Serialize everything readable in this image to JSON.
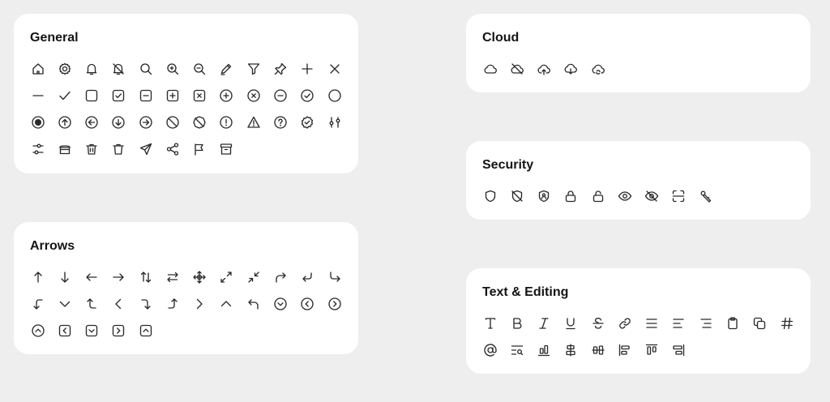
{
  "colors": {
    "background": "#eeeeee",
    "card": "#ffffff",
    "icon_stroke": "#2a2a2a",
    "title": "#141414"
  },
  "general": {
    "title": "General",
    "icons": [
      "home-icon",
      "settings-icon",
      "bell-icon",
      "bell-off-icon",
      "search-icon",
      "zoom-in-icon",
      "zoom-out-icon",
      "pencil-icon",
      "filter-icon",
      "pin-icon",
      "plus-icon",
      "close-icon",
      "minus-icon",
      "check-icon",
      "checkbox-empty-icon",
      "checkbox-checked-icon",
      "checkbox-minus-icon",
      "checkbox-plus-icon",
      "checkbox-x-icon",
      "circle-plus-icon",
      "circle-x-icon",
      "circle-minus-icon",
      "circle-check-icon",
      "circle-icon",
      "radio-selected-icon",
      "circle-arrow-up-icon",
      "circle-arrow-left-icon",
      "circle-arrow-down-icon",
      "circle-arrow-right-icon",
      "block-icon",
      "block-alt-icon",
      "circle-alert-icon",
      "triangle-alert-icon",
      "circle-help-icon",
      "badge-check-icon",
      "vertical-sliders-icon",
      "horizontal-sliders-icon",
      "bin-icon",
      "trash-icon",
      "trash-alt-icon",
      "send-icon",
      "share-icon",
      "flag-icon",
      "archive-icon"
    ]
  },
  "arrows": {
    "title": "Arrows",
    "icons": [
      "arrow-up-icon",
      "arrow-down-icon",
      "arrow-left-icon",
      "arrow-right-icon",
      "arrows-up-down-icon",
      "arrows-left-right-icon",
      "move-icon",
      "maximize-icon",
      "minimize-icon",
      "redo-icon",
      "corner-down-left-icon",
      "corner-down-right-icon",
      "corner-left-down-icon",
      "chevron-down-icon",
      "corner-left-up-icon",
      "chevron-left-icon",
      "corner-right-down-icon",
      "corner-right-up-icon",
      "chevron-right-icon",
      "chevron-up-icon",
      "undo-icon",
      "circle-chevron-down-icon",
      "circle-chevron-left-icon",
      "circle-chevron-right-icon",
      "circle-chevron-up-icon",
      "square-chevron-left-icon",
      "square-chevron-down-icon",
      "square-chevron-right-icon",
      "square-chevron-up-icon"
    ]
  },
  "cloud": {
    "title": "Cloud",
    "icons": [
      "cloud-icon",
      "cloud-off-icon",
      "cloud-upload-icon",
      "cloud-download-icon",
      "cloud-sync-icon"
    ]
  },
  "security": {
    "title": "Security",
    "icons": [
      "shield-icon",
      "shield-off-icon",
      "shield-user-icon",
      "lock-icon",
      "lock-open-icon",
      "eye-icon",
      "eye-off-icon",
      "scan-icon",
      "key-icon"
    ]
  },
  "text": {
    "title": "Text & Editing",
    "icons": [
      "type-icon",
      "bold-icon",
      "italic-icon",
      "underline-icon",
      "strikethrough-icon",
      "link-icon",
      "align-justify-icon",
      "align-left-icon",
      "align-right-icon",
      "clipboard-icon",
      "copy-icon",
      "hash-icon",
      "at-sign-icon",
      "text-search-icon",
      "align-bottom-icon",
      "align-center-vertical-icon",
      "align-center-horizontal-icon",
      "align-start-icon",
      "align-top-icon",
      "align-end-icon"
    ]
  }
}
